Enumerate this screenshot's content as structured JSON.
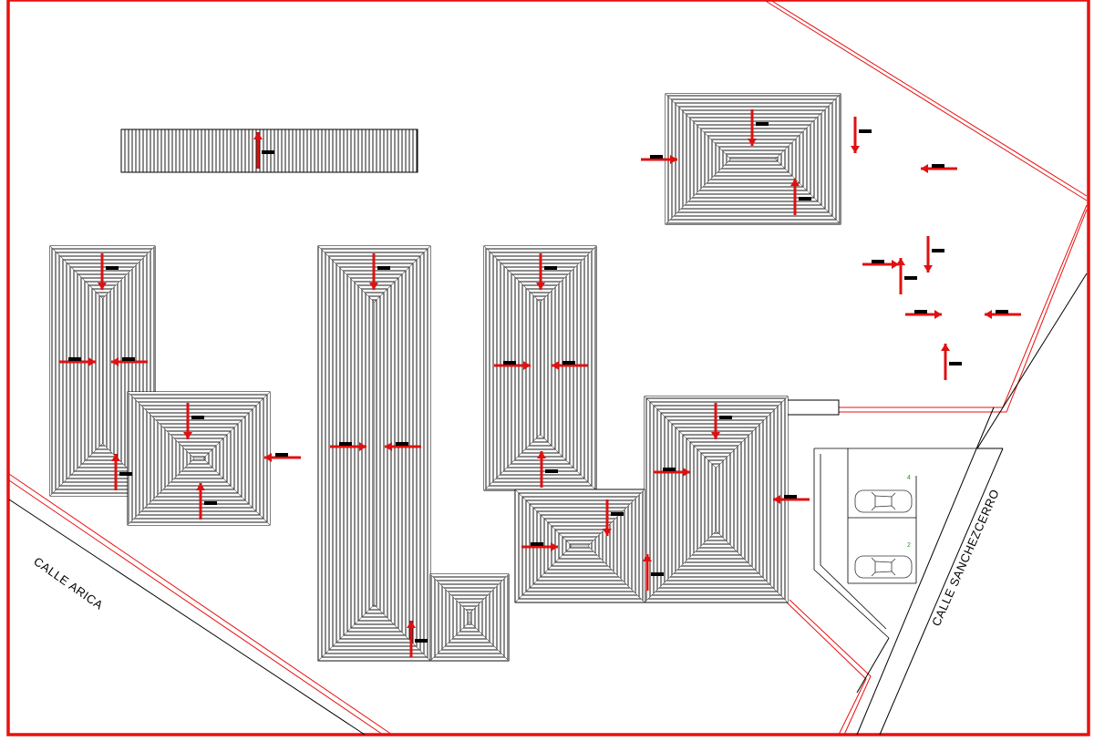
{
  "streets": {
    "arica": "CALLE ARICA",
    "sanchez_cerro": "CALLE SANCHEZCERRO"
  },
  "parking": {
    "stall_upper": "4",
    "stall_lower": "2",
    "car_count": 2
  },
  "colors": {
    "frame": "#e81010",
    "property_line": "#e81010",
    "slope_arrow": "#e01010",
    "hatch": "#000000",
    "stall_number": "#2e8b2e"
  },
  "roofs": [
    {
      "id": "roof-strip-north",
      "pattern": "vertical-ridge"
    },
    {
      "id": "roof-block-west",
      "pattern": "hip-roof"
    },
    {
      "id": "roof-block-west-annex",
      "pattern": "hip-roof"
    },
    {
      "id": "roof-block-central",
      "pattern": "hip-roof"
    },
    {
      "id": "roof-block-central-annex",
      "pattern": "hip-roof"
    },
    {
      "id": "roof-block-east-center",
      "pattern": "hip-roof"
    },
    {
      "id": "roof-block-south-east",
      "pattern": "hip-roof"
    },
    {
      "id": "roof-block-north-east",
      "pattern": "hip-roof"
    },
    {
      "id": "roof-block-far-east",
      "pattern": "hip-roof"
    }
  ],
  "icons": {
    "slope": "slope-arrow-icon",
    "car": "car-icon"
  }
}
